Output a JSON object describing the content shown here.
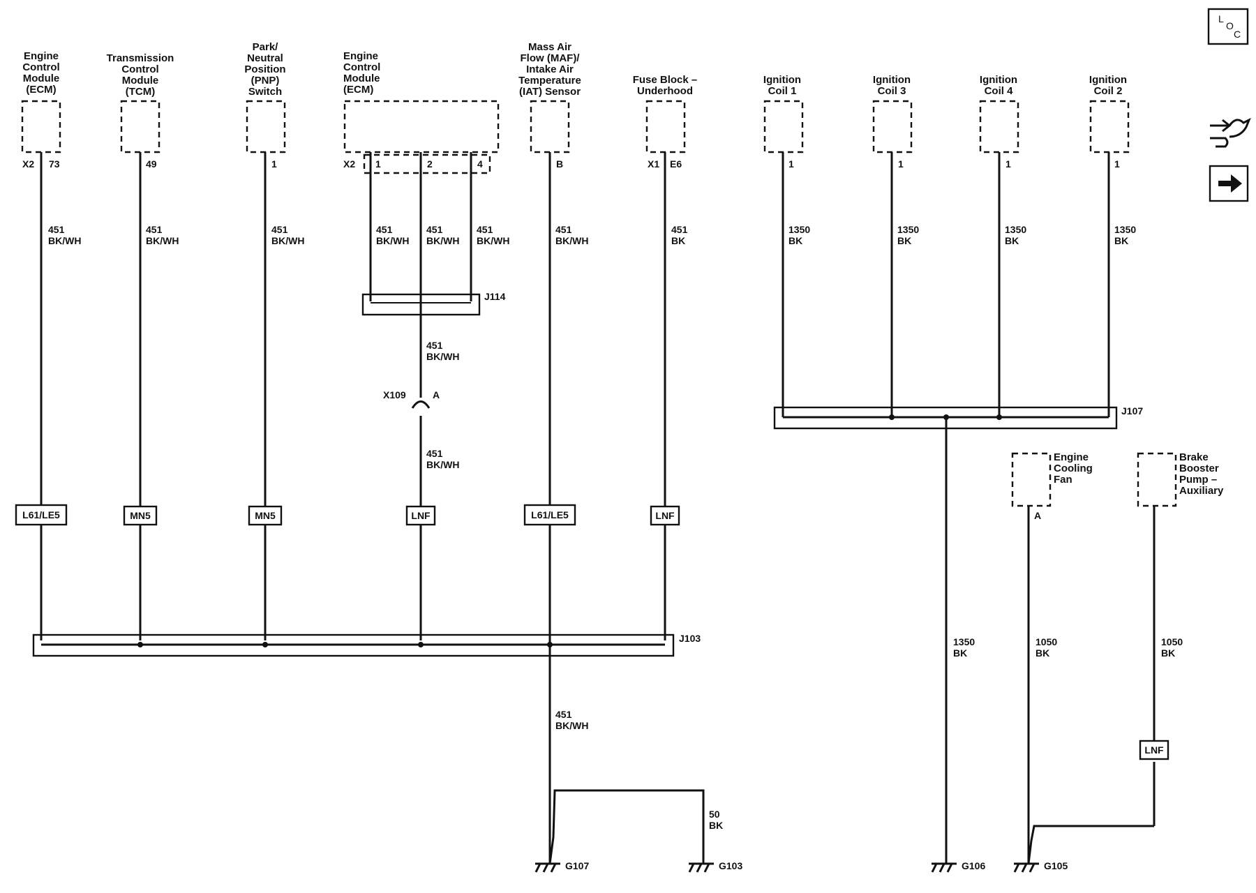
{
  "components": {
    "ecm1": [
      "Engine",
      "Control",
      "Module",
      "(ECM)"
    ],
    "tcm": [
      "Transmission",
      "Control",
      "Module",
      "(TCM)"
    ],
    "pnp": [
      "Park/",
      "Neutral",
      "Position",
      "(PNP)",
      "Switch"
    ],
    "ecm2": [
      "Engine",
      "Control",
      "Module",
      "(ECM)"
    ],
    "maf": [
      "Mass Air",
      "Flow (MAF)/",
      "Intake Air",
      "Temperature",
      "(IAT) Sensor"
    ],
    "fuse": [
      "Fuse Block –",
      "Underhood"
    ],
    "coil1": [
      "Ignition",
      "Coil 1"
    ],
    "coil3": [
      "Ignition",
      "Coil 3"
    ],
    "coil4": [
      "Ignition",
      "Coil 4"
    ],
    "coil2": [
      "Ignition",
      "Coil 2"
    ],
    "fan": [
      "Engine",
      "Cooling",
      "Fan"
    ],
    "brake": [
      "Brake",
      "Booster",
      "Pump –",
      "Auxiliary"
    ]
  },
  "pins": {
    "ecm1_conn": "X2",
    "ecm1_pin": "73",
    "tcm_pin": "49",
    "pnp_pin": "1",
    "ecm2_conn": "X2",
    "ecm2_p1": "1",
    "ecm2_p2": "2",
    "ecm2_p4": "4",
    "maf_pin": "B",
    "fuse_conn": "X1",
    "fuse_pin": "E6",
    "coil1_pin": "1",
    "coil3_pin": "1",
    "coil4_pin": "1",
    "coil2_pin": "1",
    "fan_pin": "A"
  },
  "wires": {
    "w451": "451",
    "bkwh": "BK/WH",
    "bk": "BK",
    "w1350": "1350",
    "w1050": "1050",
    "w50": "50"
  },
  "options": {
    "l61": "L61/LE5",
    "mn5": "MN5",
    "lnf": "LNF"
  },
  "splices": {
    "j114": "J114",
    "j103": "J103",
    "j107": "J107"
  },
  "connector": {
    "name": "X109",
    "pin": "A"
  },
  "grounds": {
    "g107": "G107",
    "g103": "G103",
    "g106": "G106",
    "g105": "G105"
  },
  "icons": {
    "loc": [
      "L",
      "O",
      "C"
    ]
  }
}
